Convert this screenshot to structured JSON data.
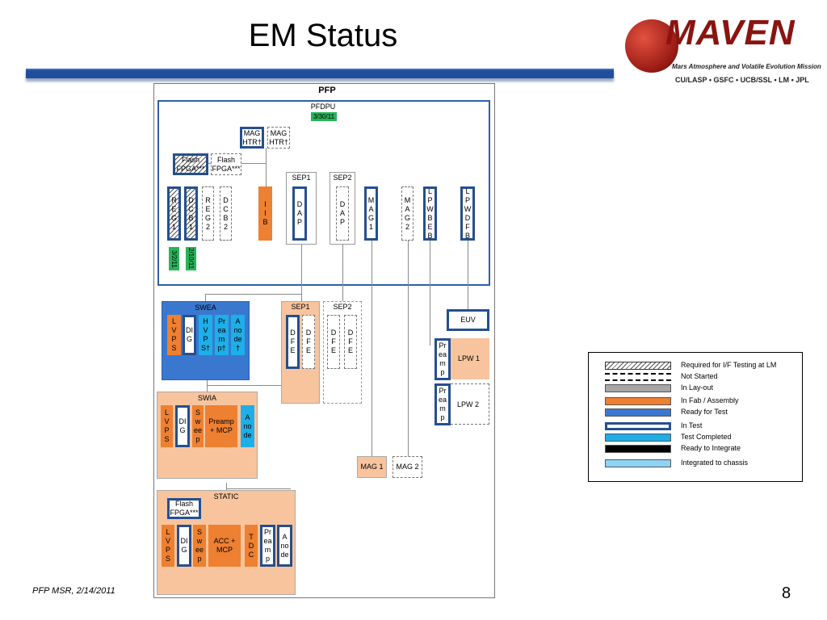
{
  "slide": {
    "title": "EM Status",
    "footer": "PFP MSR, 2/14/2011",
    "page_number": "8"
  },
  "logo": {
    "name": "MAVEN",
    "tagline": "Mars Atmosphere and Volatile Evolution Mission",
    "partners": "CU/LASP • GSFC • UCB/SSL • LM • JPL"
  },
  "pfp": {
    "title": "PFP",
    "pfdpu": {
      "title": "PFDPU",
      "date": "3/30/11",
      "mag_htr_1": "MAG\nHTR†",
      "mag_htr_2": "MAG\nHTR†",
      "flash_1": "Flash\nFPGA***",
      "flash_2": "Flash\nFPGA***",
      "reg1": "R\nE\nG\n1",
      "dcb1": "D\nC\nB\n1",
      "reg2": "R\nE\nG\n2",
      "dcb2": "D\nC\nB\n2",
      "date_reg1": "3/2/11",
      "date_dcb1": "2/10/11",
      "iib": "I\nI\nB",
      "sep1_label": "SEP1",
      "sep2_label": "SEP2",
      "dap1": "D\nA\nP",
      "dap2": "D\nA\nP",
      "mag1": "M\nA\nG\n1",
      "mag2": "M\nA\nG\n2",
      "lpwbeb": "L\nP\nW\nB\nE\nB",
      "lpwdfb": "L\nP\nW\nD\nF\nB"
    },
    "swea": {
      "title": "SWEA",
      "lvps": "L\nV\nP\nS",
      "dig": "DI\nG",
      "hvps": "H\nV\nP\nS†",
      "preamp": "Pr\nea\nm\np†",
      "anode": "A\nno\nde\n†"
    },
    "sep_fe": {
      "sep1": "SEP1",
      "sep2": "SEP2",
      "dfe": "D\nF\nE"
    },
    "euv": "EUV",
    "lpw1": {
      "preamp": "Pr\nea\nm\np",
      "label": "LPW 1"
    },
    "lpw2": {
      "preamp": "Pr\nea\nm\np",
      "label": "LPW 2"
    },
    "mag_sensor_1": "MAG 1",
    "mag_sensor_2": "MAG 2",
    "swia": {
      "title": "SWIA",
      "lvps": "L\nV\nP\nS",
      "dig": "DI\nG",
      "sweep": "S\nw\nee\np",
      "preamp_mcp": "Preamp\n+ MCP",
      "anode": "A\nno\nde"
    },
    "static": {
      "title": "STATIC",
      "flash": "Flash\nFPGA***",
      "lvps": "L\nV\nP\nS",
      "dig": "DI\nG",
      "sweep": "S\nw\nee\np",
      "acc_mcp": "ACC +\nMCP",
      "tdc": "T\nD\nC",
      "preamp": "Pr\nea\nm\np",
      "anode": "A\nno\nde"
    }
  },
  "legend": [
    {
      "label": "Required for I/F Testing at LM",
      "style": "hatch"
    },
    {
      "label": "Not Started",
      "style": "dashed"
    },
    {
      "label": "In Lay-out",
      "style": "#a6a6a6"
    },
    {
      "label": "In Fab / Assembly",
      "style": "#ee8031"
    },
    {
      "label": "Ready for Test",
      "style": "#3a78d0"
    },
    {
      "label": "In Test",
      "style": "test"
    },
    {
      "label": "Test Completed",
      "style": "#1eaee8"
    },
    {
      "label": "Ready to Integrate",
      "style": "#000000"
    },
    {
      "label": "Integrated to chassis",
      "style": "#8fd3f4"
    }
  ]
}
